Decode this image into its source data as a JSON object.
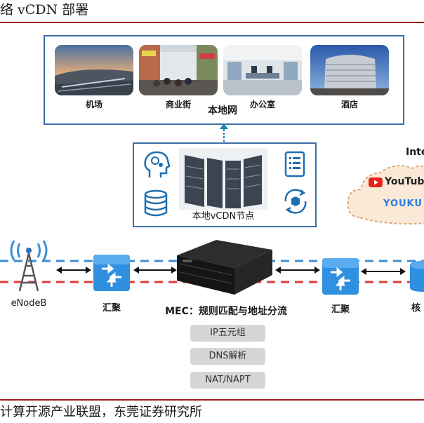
{
  "header": {
    "title": "络 vCDN 部署"
  },
  "local_network": {
    "label": "本地网",
    "places": [
      {
        "label": "机场"
      },
      {
        "label": "商业街"
      },
      {
        "label": "办公室"
      },
      {
        "label": "酒店"
      }
    ]
  },
  "vcdn_node": {
    "label": "本地vCDN节点"
  },
  "internet": {
    "label": "Inte",
    "brands": [
      "YouTube",
      "YOUKU"
    ]
  },
  "devices": {
    "enodeb": "eNodeB",
    "aggregation_left": "汇聚",
    "aggregation_right": "汇聚",
    "core": "核",
    "mec": "MEC：规则匹配与地址分流"
  },
  "mec_functions": [
    "IP五元组",
    "DNS解析",
    "NAT/NAPT"
  ],
  "footer": {
    "source": "计算开源产业联盟，东莞证券研究所"
  },
  "colors": {
    "accent_red": "#9b1c1c",
    "box_border": "#3e6fa7",
    "dashed_blue": "#3d8fd6",
    "dashed_red": "#e03a3a",
    "router_blue": "#2f8fe0"
  }
}
